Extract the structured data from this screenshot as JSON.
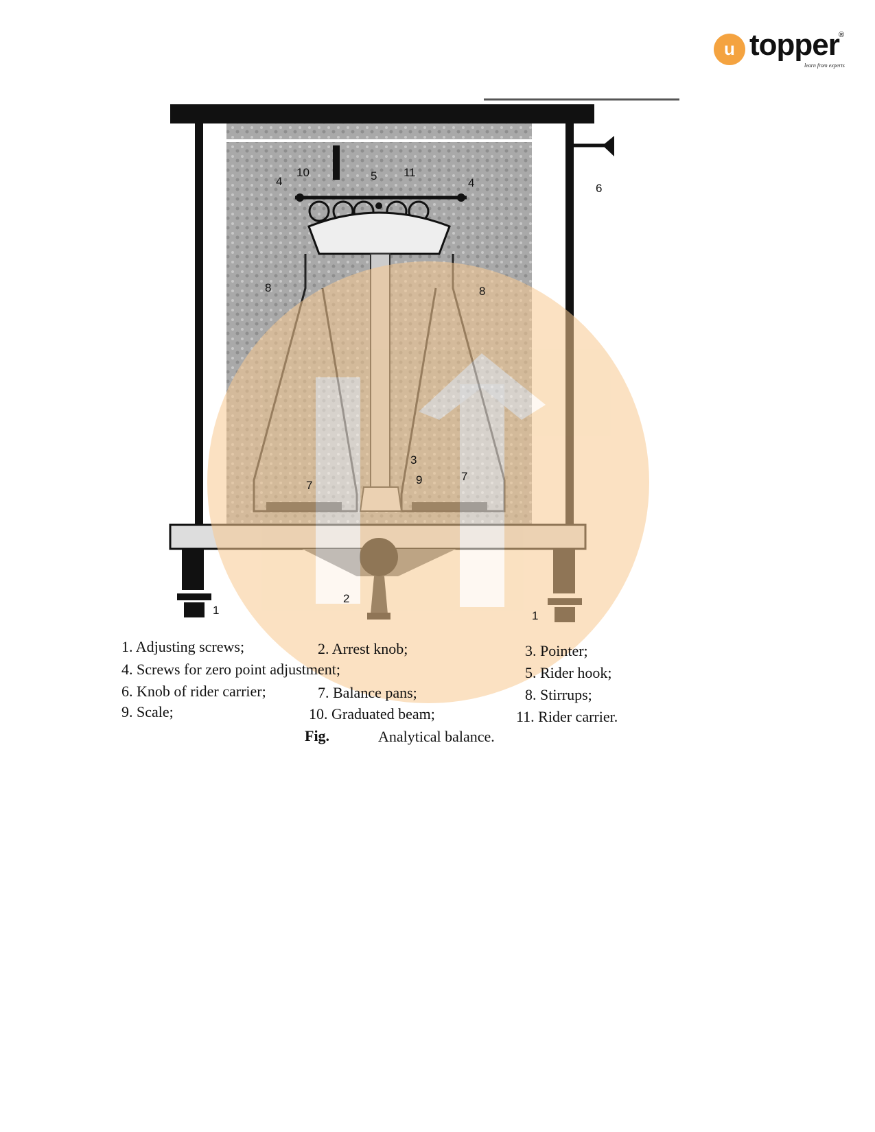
{
  "logo": {
    "mark": "u",
    "name": "topper",
    "registered": "®",
    "tagline": "learn from experts"
  },
  "diagram_labels": {
    "l1a": "1",
    "l1b": "1",
    "l2": "2",
    "l3": "3",
    "l4a": "4",
    "l4b": "4",
    "l5": "5",
    "l6": "6",
    "l7a": "7",
    "l7b": "7",
    "l8a": "8",
    "l8b": "8",
    "l9": "9",
    "l10": "10",
    "l11": "11"
  },
  "legend": [
    "1.  Adjusting screws;",
    "2.  Arrest knob;",
    "3.  Pointer;",
    "4.  Screws for zero point adjustment;",
    "5.  Rider hook;",
    "6.  Knob of rider carrier;",
    "7.  Balance pans;",
    "8.  Stirrups;",
    "9.  Scale;",
    "10.  Graduated beam;",
    "11.  Rider carrier."
  ],
  "caption": {
    "prefix": "Fig.",
    "title": "Analytical balance."
  },
  "colors": {
    "watermark": "#f7c98f",
    "logo": "#f4a340"
  }
}
